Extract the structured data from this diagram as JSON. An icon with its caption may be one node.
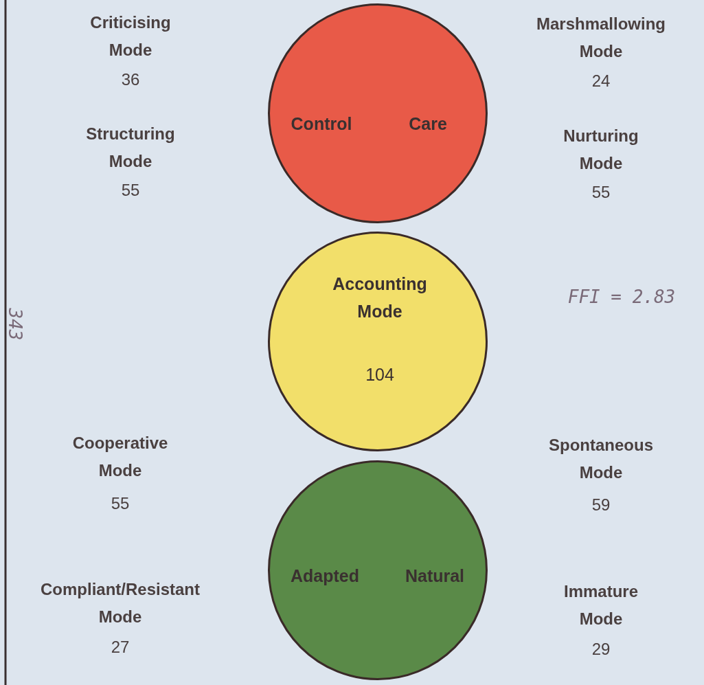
{
  "diagram": {
    "nodes": [
      {
        "text": [
          "Control",
          "Care"
        ]
      },
      {
        "text": [
          "Accounting Mode",
          "104"
        ]
      },
      {
        "text": [
          "Adapted",
          "Natural"
        ]
      }
    ],
    "labels": [
      "Criticising Mode",
      "36",
      "Marshmallowing Mode",
      "24",
      "Structuring Mode",
      "55",
      "Nurturing Mode",
      "55",
      "FFI = 2.83",
      "343",
      "Cooperative Mode",
      "55",
      "Spontaneous Mode",
      "59",
      "Compliant/Resistant Mode",
      "27",
      "Immature Mode",
      "29"
    ]
  }
}
